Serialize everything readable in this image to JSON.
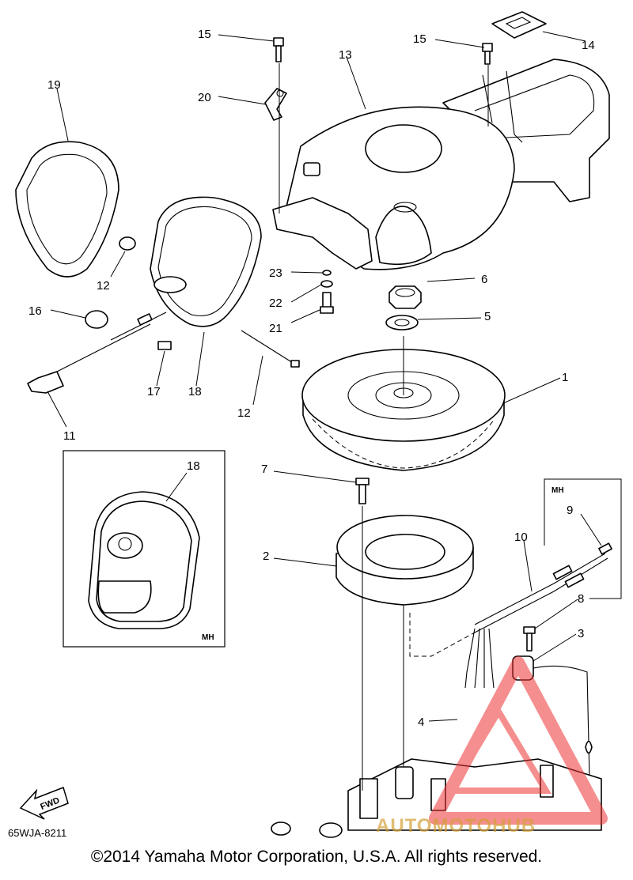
{
  "diagram": {
    "drawing_code": "65WJA-8211",
    "footer": "©2014 Yamaha Motor Corporation, U.S.A. All rights reserved.",
    "fwd_label": "FWD",
    "inset_label": "MH",
    "inset_label_2": "MH",
    "watermark": "AUTOMOTOHUB",
    "callouts": [
      "15",
      "14",
      "15",
      "13",
      "19",
      "20",
      "12",
      "23",
      "6",
      "22",
      "16",
      "21",
      "5",
      "1",
      "17",
      "18",
      "12",
      "11",
      "18",
      "7",
      "9",
      "10",
      "2",
      "8",
      "3",
      "4"
    ]
  }
}
